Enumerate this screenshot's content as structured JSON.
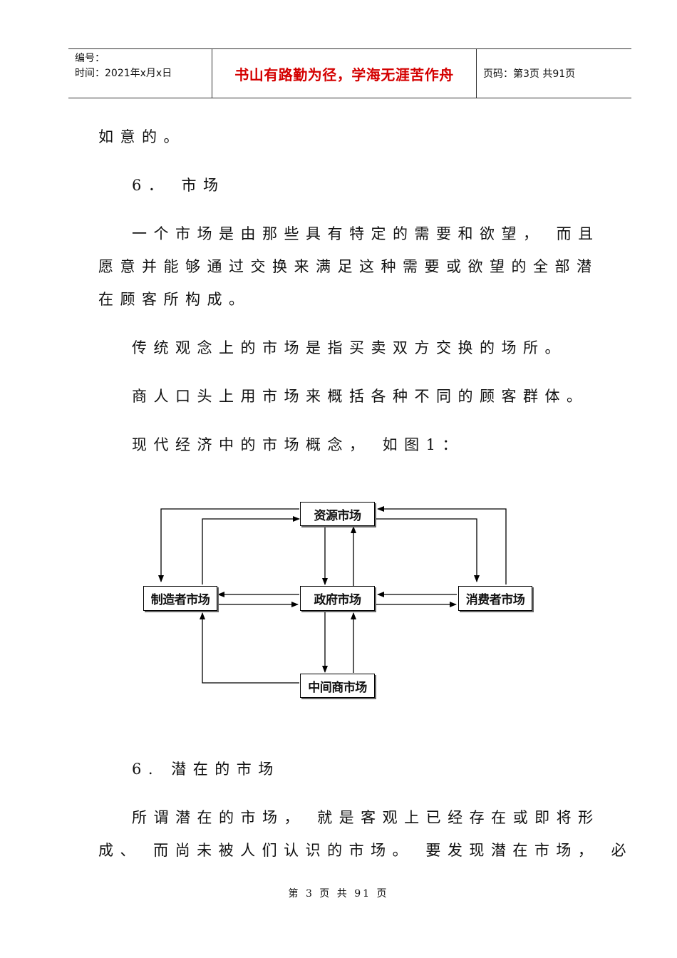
{
  "header": {
    "code_label": "编号：",
    "time_label": "时间：2021年x月x日",
    "motto": "书山有路勤为径，学海无涯苦作舟",
    "page_info": "页码：第3页  共91页"
  },
  "paragraphs": [
    "如意的。",
    "6． 市场",
    "一个市场是由那些具有特定的需要和欲望， 而且",
    "愿意并能够通过交换来满足这种需要或欲望的全部潜",
    "在顾客所构成。",
    "传统观念上的市场是指买卖双方交换的场所。",
    "商人口头上用市场来概括各种不同的顾客群体。",
    "现代经济中的市场概念， 如图1：",
    "6. 潜在的市场",
    "所谓潜在的市场， 就是客观上已经存在或即将形",
    "成、 而尚未被人们认识的市场。 要发现潜在市场， 必"
  ],
  "diagram": {
    "resource_market": "资源市场",
    "manufacturer_market": "制造者市场",
    "government_market": "政府市场",
    "consumer_market": "消费者市场",
    "intermediary_market": "中间商市场"
  },
  "footer": "第 3 页 共 91 页"
}
